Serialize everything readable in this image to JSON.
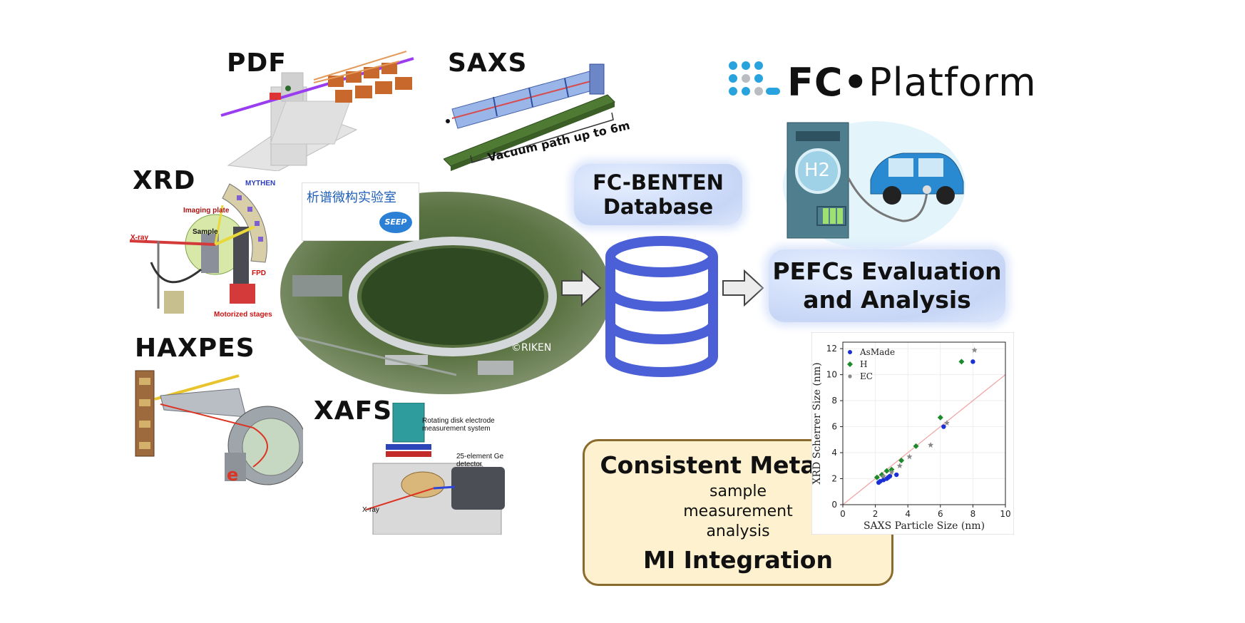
{
  "labels": {
    "pdf": "PDF",
    "saxs": "SAXS",
    "xrd": "XRD",
    "haxpes": "HAXPES",
    "xafs": "XAFS"
  },
  "saxs_panel": {
    "caption": "Vacuum path up to 6m"
  },
  "xrd_panel": {
    "mythen": "MYTHEN",
    "imaging_plate": "Imaging plate",
    "sample": "Sample",
    "xray": "X-ray",
    "fpd": "FPD",
    "motorized": "Motorized stages"
  },
  "haxpes_panel": {
    "electron": "e"
  },
  "xafs_panel": {
    "rde": "Rotating disk electrode measurement system",
    "ge_detector": "25-element Ge detector",
    "xray": "X-ray"
  },
  "seep_logo": {
    "chinese": "析谱微构实验室",
    "mark": "SEEP"
  },
  "riken_credit": "©RIKEN",
  "database": {
    "line1": "FC-BENTEN",
    "line2": "Database"
  },
  "platform_logo": {
    "fc": "FC",
    "dot": "•",
    "platform": "Platform"
  },
  "h2_sign": "H2",
  "pefcs": {
    "line1": "PEFCs Evaluation",
    "line2": "and Analysis"
  },
  "metadata": {
    "title": "Consistent Metadata",
    "items": [
      "sample",
      "measurement",
      "analysis"
    ],
    "footer": "MI Integration"
  },
  "colors": {
    "blob": "#cfdcf7",
    "meta_border": "#8b6a2e",
    "meta_fill": "#fdf1cf",
    "db_blue": "#4b5fd6",
    "logo_blue": "#29a3dd"
  },
  "chart_data": {
    "type": "scatter",
    "xlabel": "SAXS Particle Size (nm)",
    "ylabel": "XRD Scherrer Size (nm)",
    "xlim": [
      0,
      10
    ],
    "ylim": [
      0,
      12.5
    ],
    "xticks": [
      0,
      2,
      4,
      6,
      8,
      10
    ],
    "yticks": [
      0,
      2,
      4,
      6,
      8,
      10,
      12
    ],
    "reference_line": "y = x",
    "grid": true,
    "legend_position": "top-left",
    "series": [
      {
        "name": "AsMade",
        "color": "#1a2fd6",
        "marker": "circle",
        "points": [
          [
            2.2,
            1.7
          ],
          [
            2.5,
            1.9
          ],
          [
            2.7,
            2.0
          ],
          [
            2.9,
            2.2
          ],
          [
            3.3,
            2.3
          ],
          [
            6.2,
            6.0
          ],
          [
            8.0,
            11.0
          ],
          [
            2.3,
            1.8
          ],
          [
            2.8,
            2.1
          ]
        ]
      },
      {
        "name": "H",
        "color": "#1a8a2a",
        "marker": "diamond",
        "points": [
          [
            2.1,
            2.1
          ],
          [
            2.7,
            2.6
          ],
          [
            3.0,
            2.7
          ],
          [
            4.5,
            4.5
          ],
          [
            6.0,
            6.7
          ],
          [
            7.3,
            11.0
          ],
          [
            2.4,
            2.3
          ],
          [
            3.6,
            3.4
          ]
        ]
      },
      {
        "name": "EC",
        "color": "#888888",
        "marker": "star",
        "points": [
          [
            2.5,
            2.2
          ],
          [
            3.0,
            2.5
          ],
          [
            3.5,
            3.0
          ],
          [
            5.4,
            4.6
          ],
          [
            6.4,
            6.3
          ],
          [
            8.1,
            11.9
          ],
          [
            4.1,
            3.7
          ]
        ]
      }
    ]
  }
}
